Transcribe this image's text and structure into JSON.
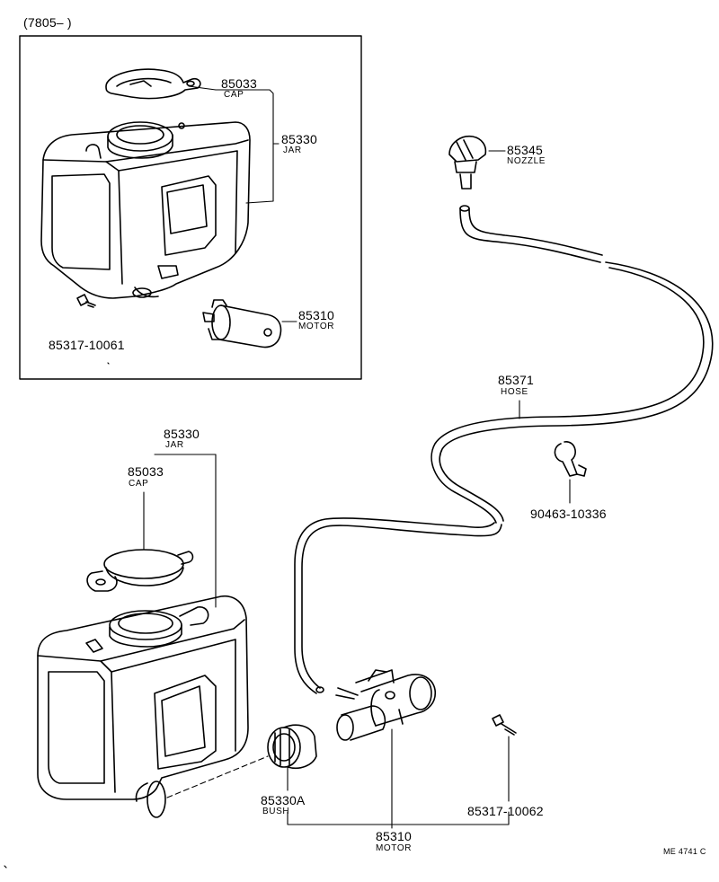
{
  "header": {
    "date_range": "(7805–         )"
  },
  "inset": {
    "cap": {
      "number": "85033",
      "name": "CAP"
    },
    "jar": {
      "number": "85330",
      "name": "JAR"
    },
    "motor": {
      "number": "85310",
      "name": "MOTOR"
    },
    "screw": {
      "number": "85317-10061"
    }
  },
  "main": {
    "jar": {
      "number": "85330",
      "name": "JAR"
    },
    "cap": {
      "number": "85033",
      "name": "CAP"
    },
    "nozzle": {
      "number": "85345",
      "name": "NOZZLE"
    },
    "hose": {
      "number": "85371",
      "name": "HOSE"
    },
    "clamp": {
      "number": "90463-10336"
    },
    "bush": {
      "number": "85330A",
      "name": "BUSH"
    },
    "motor": {
      "number": "85310",
      "name": "MOTOR"
    },
    "screw": {
      "number": "85317-10062"
    }
  },
  "footer": {
    "code": "ME 4741 C"
  }
}
